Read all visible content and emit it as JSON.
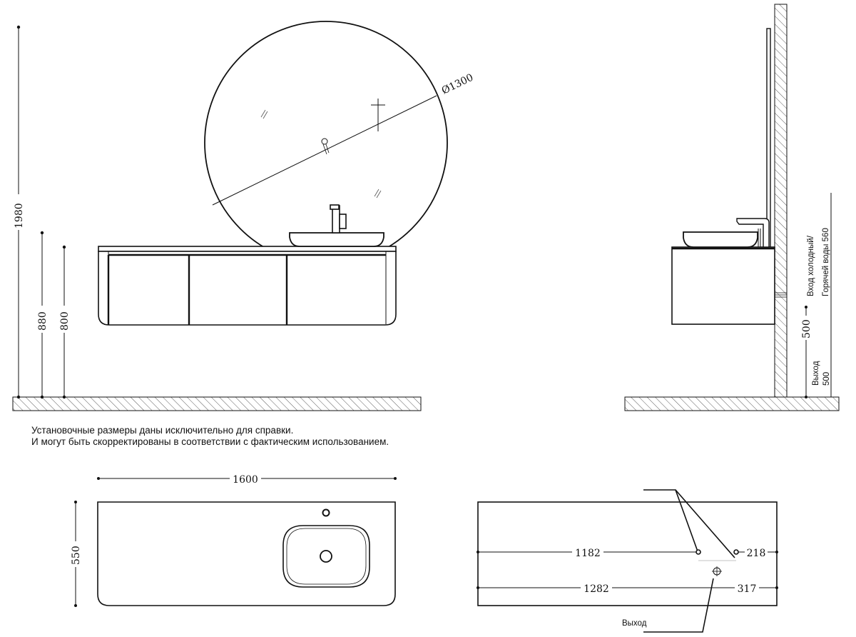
{
  "front_view": {
    "dims": {
      "total_height": "1980",
      "counter_height": "880",
      "cabinet_top": "800",
      "mirror_diameter": "Ø1300"
    }
  },
  "side_view": {
    "dims": {
      "inlet_height": "500"
    },
    "inlet_label_line1": "Вход холодный/",
    "inlet_label_line2": "Горячей воды 560",
    "outlet_label_line1": "Выход",
    "outlet_label_line2": "500"
  },
  "note": {
    "line1": "Установочные размеры даны исключительно для справки.",
    "line2": "И могут быть скорректированы в соответствии с фактическим использованием."
  },
  "top_view": {
    "dims": {
      "width": "1600",
      "depth": "550"
    }
  },
  "plan_view": {
    "dims": {
      "a": "1182",
      "b": "218",
      "c": "1282",
      "d": "317"
    },
    "outlet_label": "Выход"
  }
}
